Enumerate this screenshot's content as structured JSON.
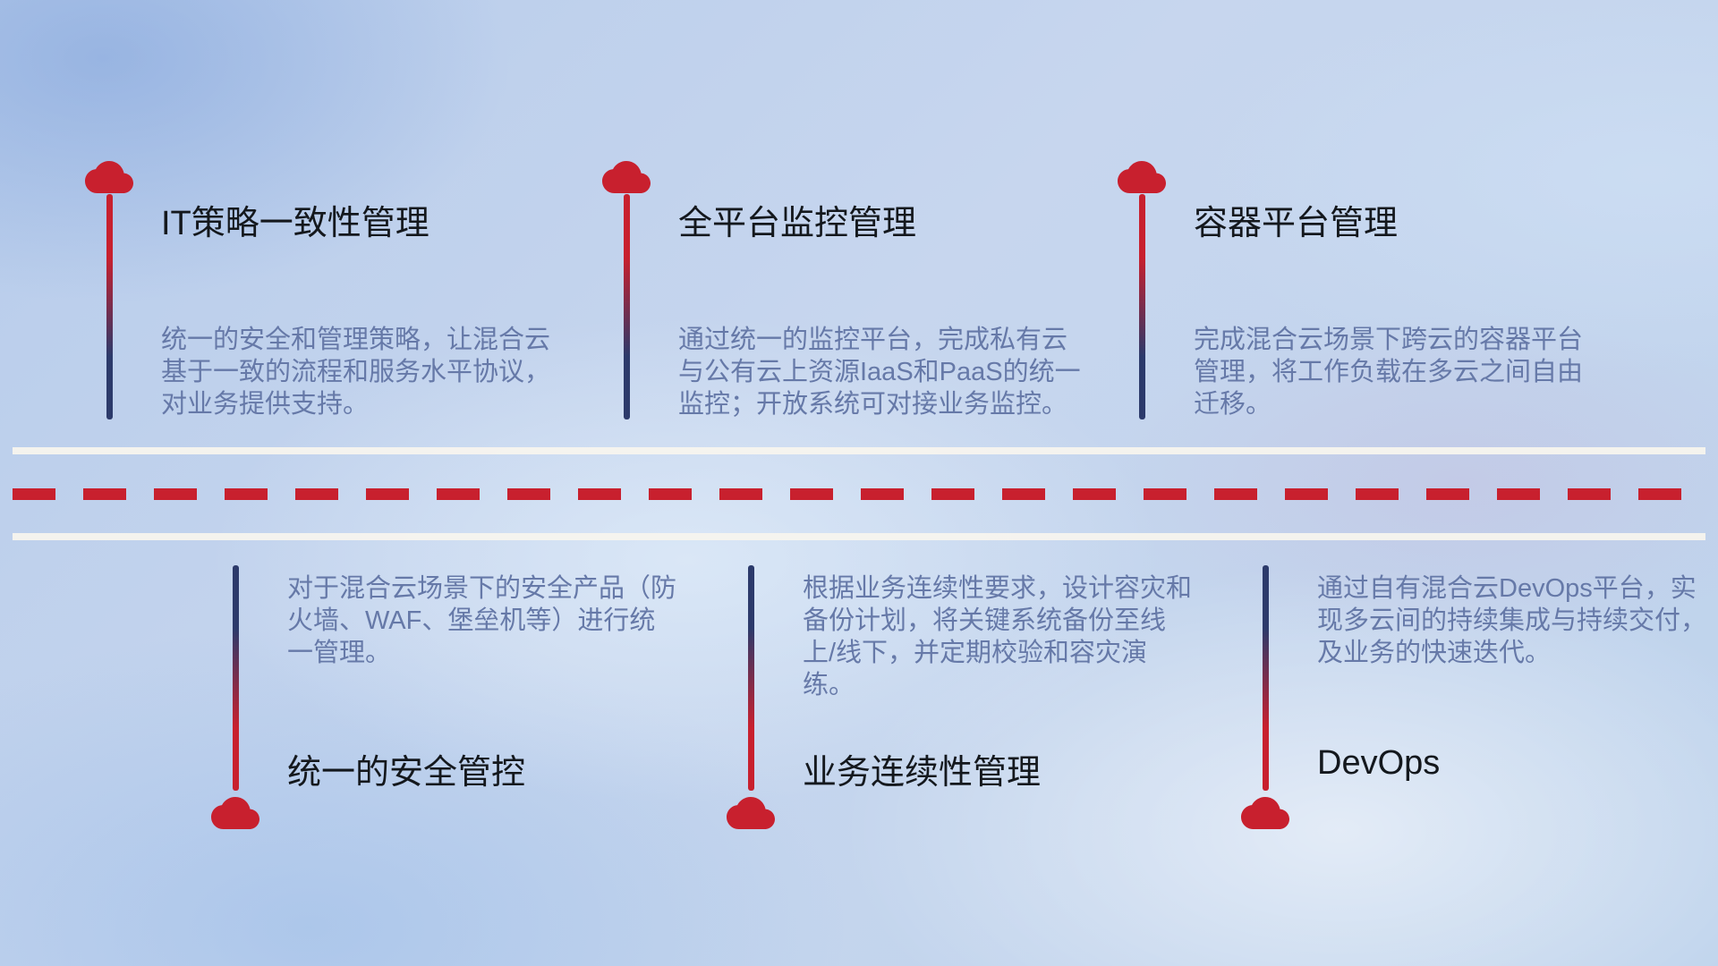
{
  "canvas": {
    "top_items": [
      {
        "title": "IT策略一致性管理",
        "description": "统一的安全和管理策略，让混合云基于一致的流程和服务水平协议，对业务提供支持。"
      },
      {
        "title": "全平台监控管理",
        "description": "通过统一的监控平台，完成私有云与公有云上资源IaaS和PaaS的统一监控；开放系统可对接业务监控。"
      },
      {
        "title": "容器平台管理",
        "description": "完成混合云场景下跨云的容器平台管理，将工作负载在多云之间自由迁移。"
      }
    ],
    "bottom_items": [
      {
        "title": "统一的安全管控",
        "description": "对于混合云场景下的安全产品（防火墙、WAF、堡垒机等）进行统一管理。"
      },
      {
        "title": "业务连续性管理",
        "description": "根据业务连续性要求，设计容灾和备份计划，将关键系统备份至线上/线下，并定期校验和容灾演练。"
      },
      {
        "title": "DevOps",
        "description": "通过自有混合云DevOps平台，实现多云间的持续集成与持续交付，及业务的快速迭代。"
      }
    ],
    "colors": {
      "accent_red": "#c8202e",
      "accent_navy": "#2c3a6b",
      "title_text": "#14181d",
      "description_text": "#6679a8",
      "road_line": "#f7f4ee"
    },
    "icons": [
      "cloud-icon"
    ]
  }
}
